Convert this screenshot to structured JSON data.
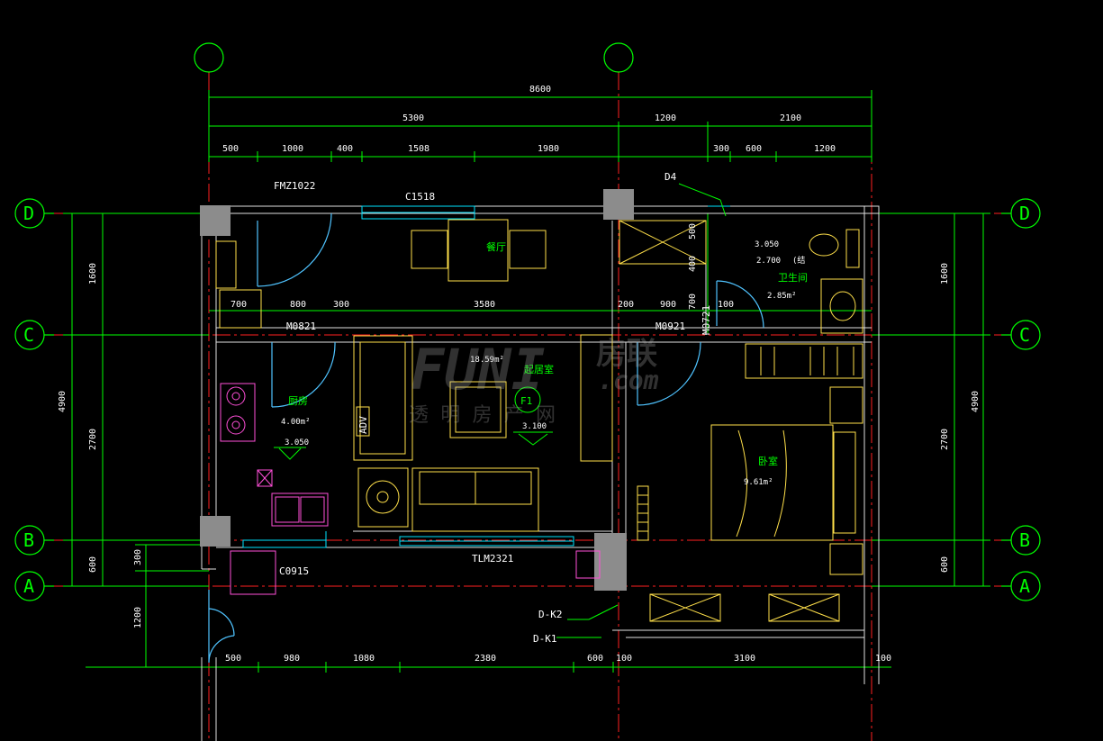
{
  "axes": {
    "rows": [
      "D",
      "C",
      "B",
      "A"
    ],
    "top_circles": [
      "",
      ""
    ]
  },
  "dims_top": {
    "overall": "8600",
    "seg1": [
      "5300",
      "1200",
      "2100"
    ],
    "seg2": [
      "500",
      "1000",
      "400",
      "1508",
      "1980",
      "300",
      "600",
      "1200"
    ]
  },
  "dims_mid": [
    "700",
    "800",
    "300",
    "3580",
    "200",
    "900",
    "100"
  ],
  "dims_bottom": [
    "500",
    "980",
    "1080",
    "2380",
    "600",
    "100",
    "3100",
    "100"
  ],
  "dims_left": [
    "1600",
    "4900",
    "2700",
    "600",
    "300",
    "1200"
  ],
  "dims_right": [
    "1600",
    "4900",
    "2700",
    "600"
  ],
  "dims_wc": [
    "500",
    "400",
    "700"
  ],
  "labels": {
    "fmz": "FMZ1022",
    "c1518": "C1518",
    "d4": "D4",
    "m0821": "M0821",
    "m0921": "M0921",
    "m0721": "M0721",
    "tlm": "TLM2321",
    "c0915": "C0915",
    "dk2": "D-K2",
    "dk1": "D-K1",
    "f1": "F1",
    "adv": "ADV"
  },
  "rooms": {
    "dining": "餐厅",
    "kitchen": "厨房",
    "kitchen_area": "4.00m²",
    "kitchen_level": "3.050",
    "living": "起居室",
    "living_area": "18.59m²",
    "living_level": "3.100",
    "wc": "卫生间",
    "wc_area": "2.85m²",
    "wc_level1": "3.050",
    "wc_level2": "2.700",
    "wc_note": "(结",
    "bedroom": "卧室",
    "bedroom_area": "9.61m²"
  },
  "watermark": {
    "brand": "FUNI",
    "chinese": "房联",
    "domain": ".com",
    "slogan": "透 明 房 产 网"
  }
}
